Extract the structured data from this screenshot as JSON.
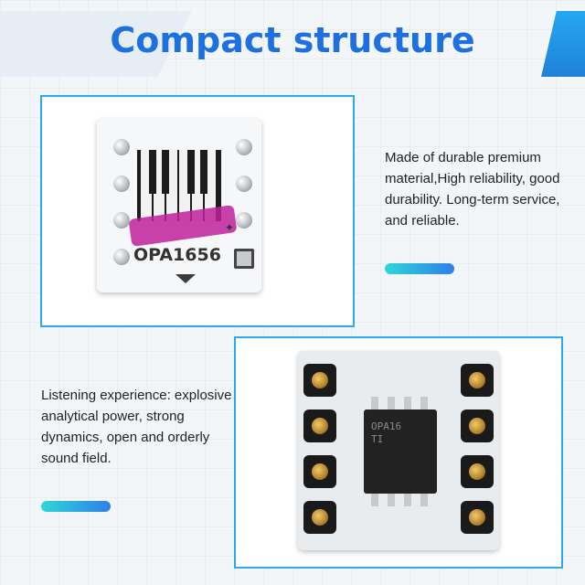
{
  "header": {
    "title": "Compact structure"
  },
  "product1": {
    "chip_label": "OPA1656"
  },
  "product2": {
    "chip_marking_line1": "OPA16",
    "chip_marking_line2": "TI"
  },
  "features": [
    {
      "text": "Made of durable premium material,High reliability, good durability. Long-term service, and reliable."
    },
    {
      "text": "Listening experience: explosive analytical power, strong dynamics, open and orderly sound field."
    }
  ],
  "colors": {
    "title": "#1e6fe0",
    "frame": "#2ea9f1",
    "accent_from": "#2fd6d8",
    "accent_to": "#2e7fe8"
  }
}
